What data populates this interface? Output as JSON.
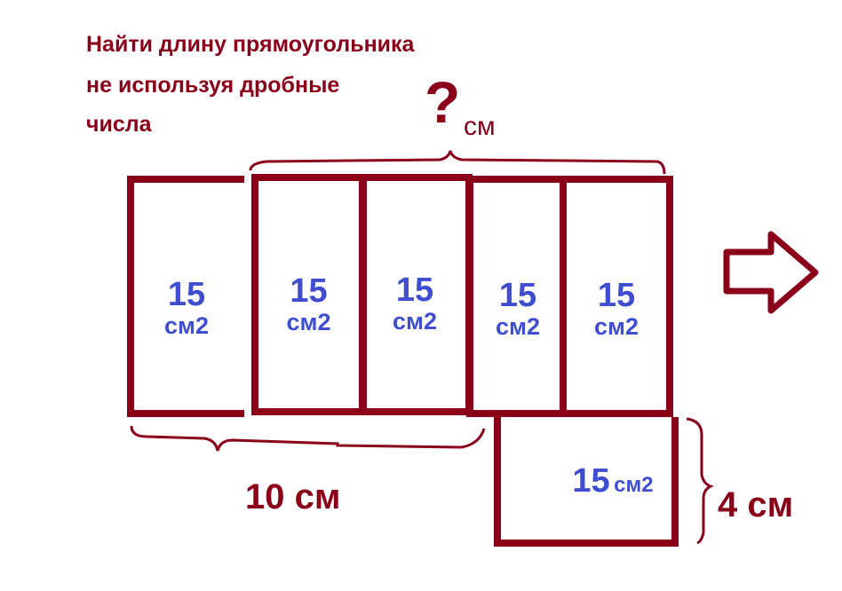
{
  "problem": {
    "line1": "Найти длину прямоугольника",
    "line2": "не используя дробные",
    "line3": "числа"
  },
  "unknown": {
    "symbol": "?",
    "unit": "см"
  },
  "cells": [
    {
      "value": "15",
      "unit": "см2"
    },
    {
      "value": "15",
      "unit": "см2"
    },
    {
      "value": "15",
      "unit": "см2"
    },
    {
      "value": "15",
      "unit": "см2"
    },
    {
      "value": "15",
      "unit": "см2"
    },
    {
      "value": "15",
      "unit": "см2"
    }
  ],
  "dimensions": {
    "width": "10 см",
    "height": "4 см"
  },
  "colors": {
    "outline": "#8B0019",
    "label": "#3F4ED0"
  }
}
